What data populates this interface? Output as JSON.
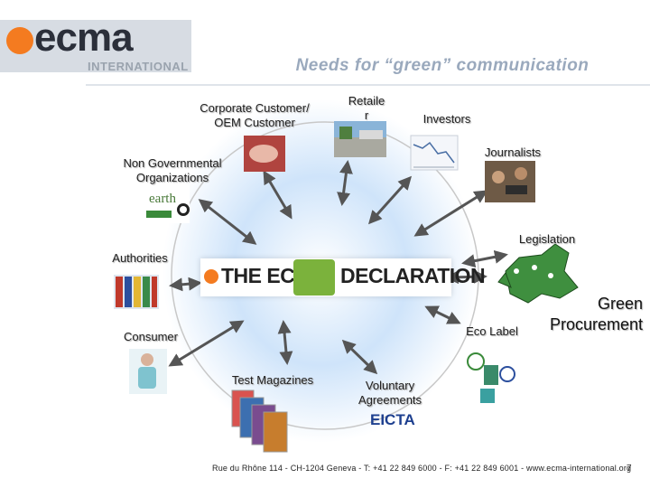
{
  "logo": {
    "word": "ecma",
    "sub": "INTERNATIONAL",
    "brand_color": "#f47b20"
  },
  "title": "Needs for “green” communication",
  "center": {
    "part1": "THE ECO",
    "part2": "DECLARATION",
    "accent_color": "#7bb23c"
  },
  "stakeholders": {
    "corporate": "Corporate Customer/ OEM Customer",
    "retailer_line1": "Retaile",
    "retailer_line2": "r",
    "investors": "Investors",
    "journalists": "Journalists",
    "ngo": "Non Governmental Organizations",
    "legislation": "Legislation",
    "authorities": "Authorities",
    "green_procurement_line1": "Green",
    "green_procurement_line2": "Procurement",
    "eco_label": "Eco Label",
    "consumer": "Consumer",
    "test_magazines": "Test Magazines",
    "voluntary": "Voluntary Agreements",
    "eicta": "EICTA"
  },
  "footer": "Rue du Rhône 114 - CH-1204 Geneva - T: +41 22 849 6000 - F: +41 22 849 6001 - www.ecma-international.org",
  "page_number": "7",
  "icons": [
    "handshake-photo-icon",
    "store-photo-icon",
    "stock-chart-icon",
    "camera-crew-photo-icon",
    "earth-wwf-logo-icon",
    "europe-map-icon",
    "flags-photo-icon",
    "consumer-photo-icon",
    "magazines-icon",
    "eco-label-icons",
    "eicta-logo-icon"
  ]
}
